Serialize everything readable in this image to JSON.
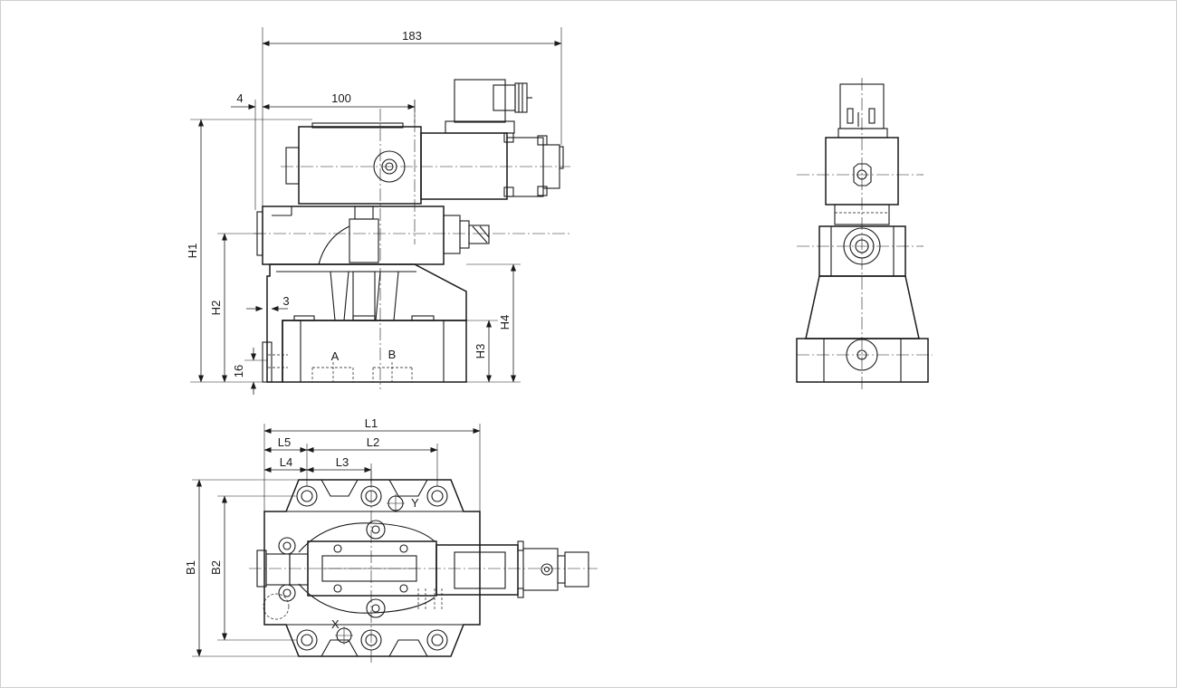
{
  "dimensions": {
    "d183": "183",
    "d100": "100",
    "d4": "4",
    "d3": "3",
    "d16": "16",
    "H1": "H1",
    "H2": "H2",
    "H3": "H3",
    "H4": "H4",
    "L1": "L1",
    "L2": "L2",
    "L3": "L3",
    "L4": "L4",
    "L5": "L5",
    "B1": "B1",
    "B2": "B2"
  },
  "ports": {
    "A": "A",
    "B": "B",
    "X": "X",
    "Y": "Y"
  }
}
